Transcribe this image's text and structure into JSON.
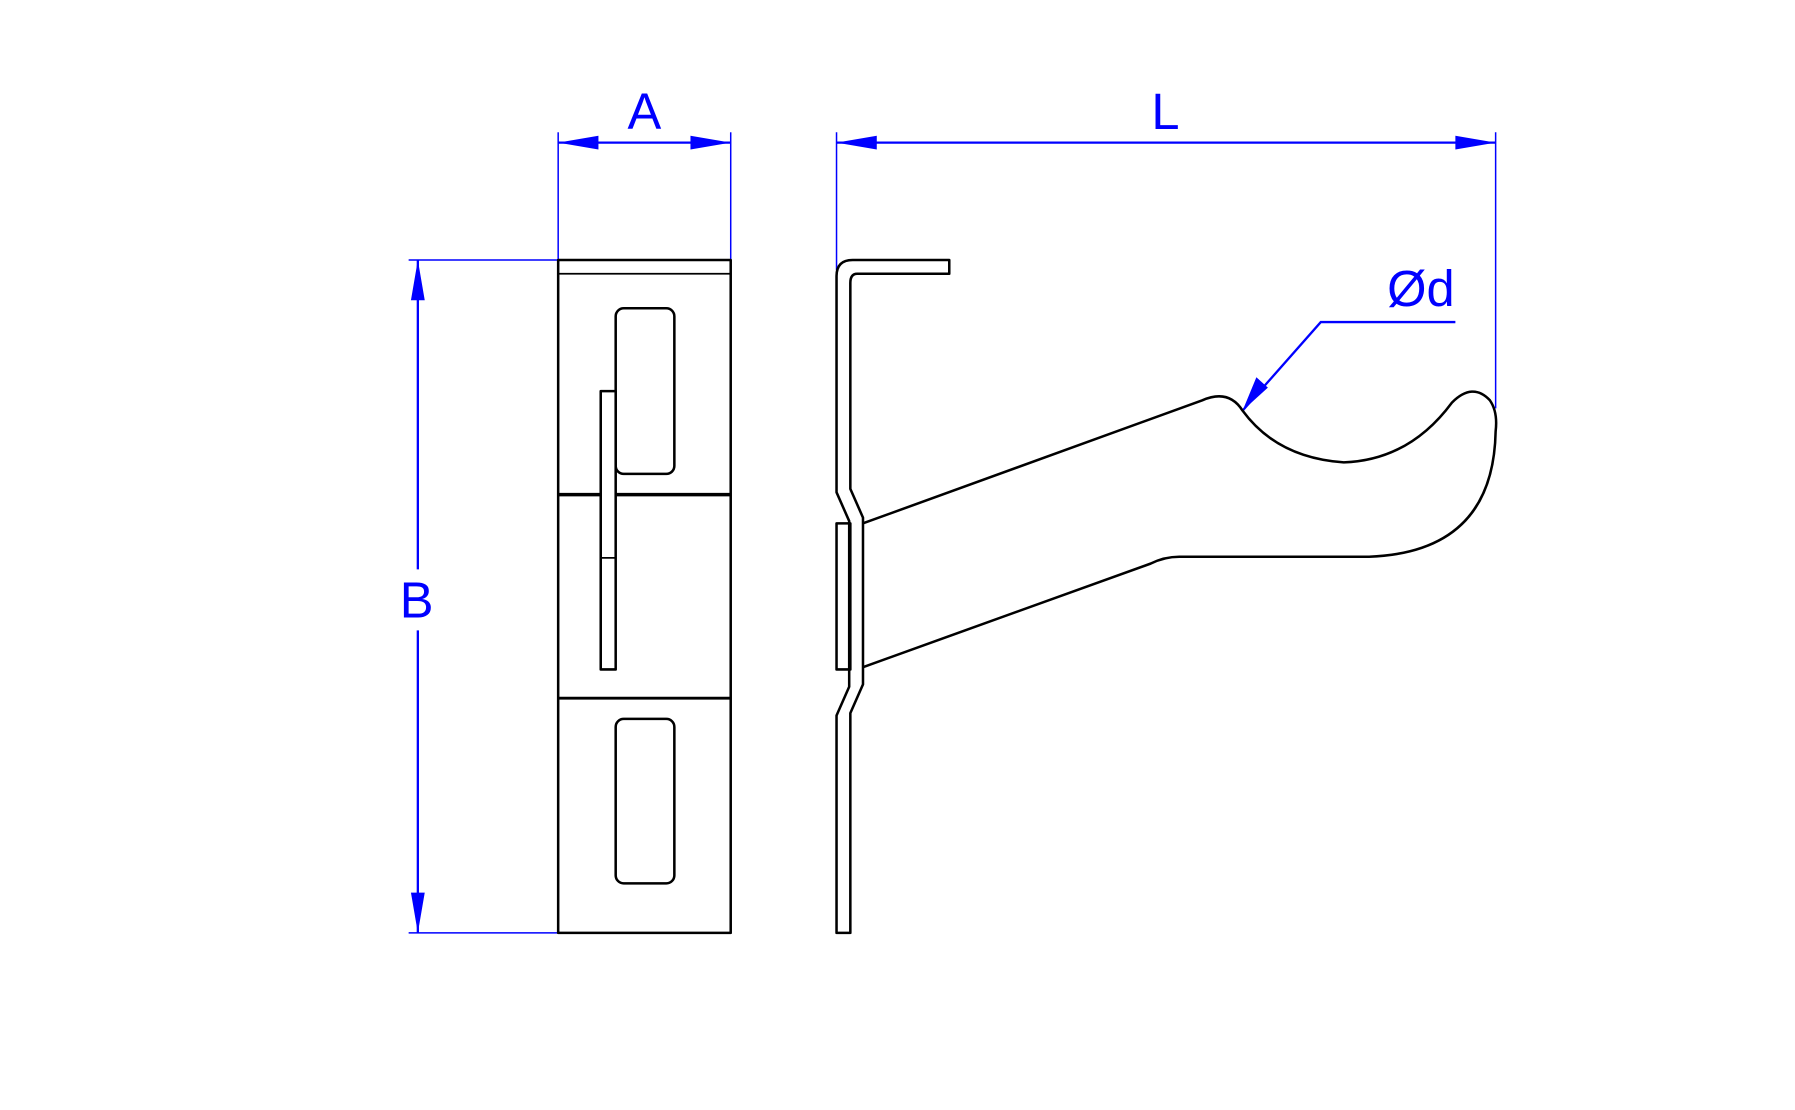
{
  "drawing": {
    "dimension_labels": {
      "width": "A",
      "height": "B",
      "length": "L",
      "diameter": "Ød"
    },
    "colors": {
      "dimension": "#0000ff",
      "object": "#000000",
      "background": "#ffffff"
    }
  }
}
